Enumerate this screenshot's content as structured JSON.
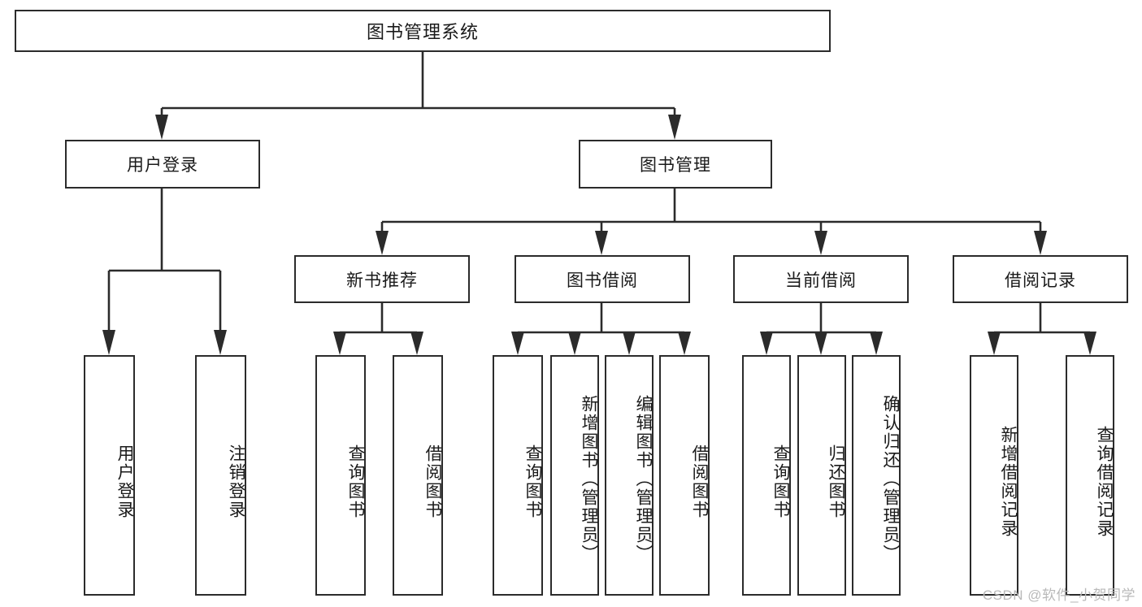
{
  "diagram": {
    "type": "tree",
    "title": "图书管理系统",
    "watermark": "CSDN @软件_小贺同学",
    "colors": {
      "box_border": "#2b2b2b",
      "box_fill": "#ffffff",
      "edge": "#2b2b2b",
      "text": "#1a1a1a",
      "watermark": "#b9b9b9"
    },
    "nodes": {
      "root": "图书管理系统",
      "level2": [
        "用户登录",
        "图书管理"
      ],
      "level3": [
        "新书推荐",
        "图书借阅",
        "当前借阅",
        "借阅记录"
      ],
      "leaves": {
        "user_login": [
          "用户登录",
          "注销登录"
        ],
        "new_book": [
          "查询图书",
          "借阅图书"
        ],
        "book_borrow": [
          "查询图书",
          "新增图书（管理员）",
          "编辑图书（管理员）",
          "借阅图书"
        ],
        "current_borrow": [
          "查询图书",
          "归还图书",
          "确认归还（管理员）"
        ],
        "borrow_record": [
          "新增借阅记录",
          "查询借阅记录"
        ]
      }
    }
  }
}
